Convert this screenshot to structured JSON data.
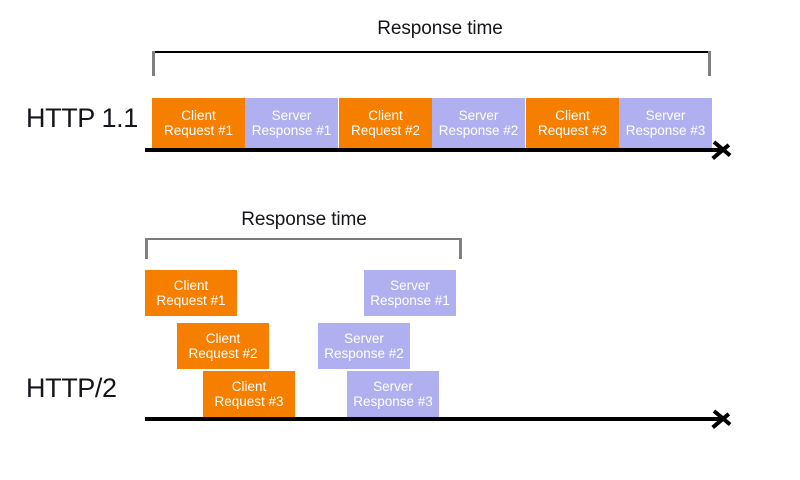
{
  "diagram": {
    "title_http11": "HTTP 1.1",
    "title_http2": "HTTP/2",
    "caption_1": "Response time",
    "caption_2": "Response time",
    "colors": {
      "client_block": "#f77f00",
      "server_block": "#b0b0f0",
      "axis": "#000000",
      "bracket_top": "#000000",
      "bracket_bottom": "#7b7b7b",
      "text": "#15151a",
      "block_text": "#ffffff",
      "background": "#ffffff"
    }
  },
  "http11": {
    "blocks": [
      {
        "line1": "Client",
        "line2": "Request #1",
        "kind": "client"
      },
      {
        "line1": "Server",
        "line2": "Response #1",
        "kind": "server"
      },
      {
        "line1": "Client",
        "line2": "Request #2",
        "kind": "client"
      },
      {
        "line1": "Server",
        "line2": "Response #2",
        "kind": "server"
      },
      {
        "line1": "Client",
        "line2": "Request #3",
        "kind": "client"
      },
      {
        "line1": "Server",
        "line2": "Response #3",
        "kind": "server"
      }
    ]
  },
  "http2": {
    "client_blocks": [
      {
        "line1": "Client",
        "line2": "Request #1",
        "kind": "client"
      },
      {
        "line1": "Client",
        "line2": "Request #2",
        "kind": "client"
      },
      {
        "line1": "Client",
        "line2": "Request #3",
        "kind": "client"
      }
    ],
    "server_blocks": [
      {
        "line1": "Server",
        "line2": "Response #1",
        "kind": "server"
      },
      {
        "line1": "Server",
        "line2": "Response #2",
        "kind": "server"
      },
      {
        "line1": "Server",
        "line2": "Response #3",
        "kind": "server"
      }
    ]
  }
}
